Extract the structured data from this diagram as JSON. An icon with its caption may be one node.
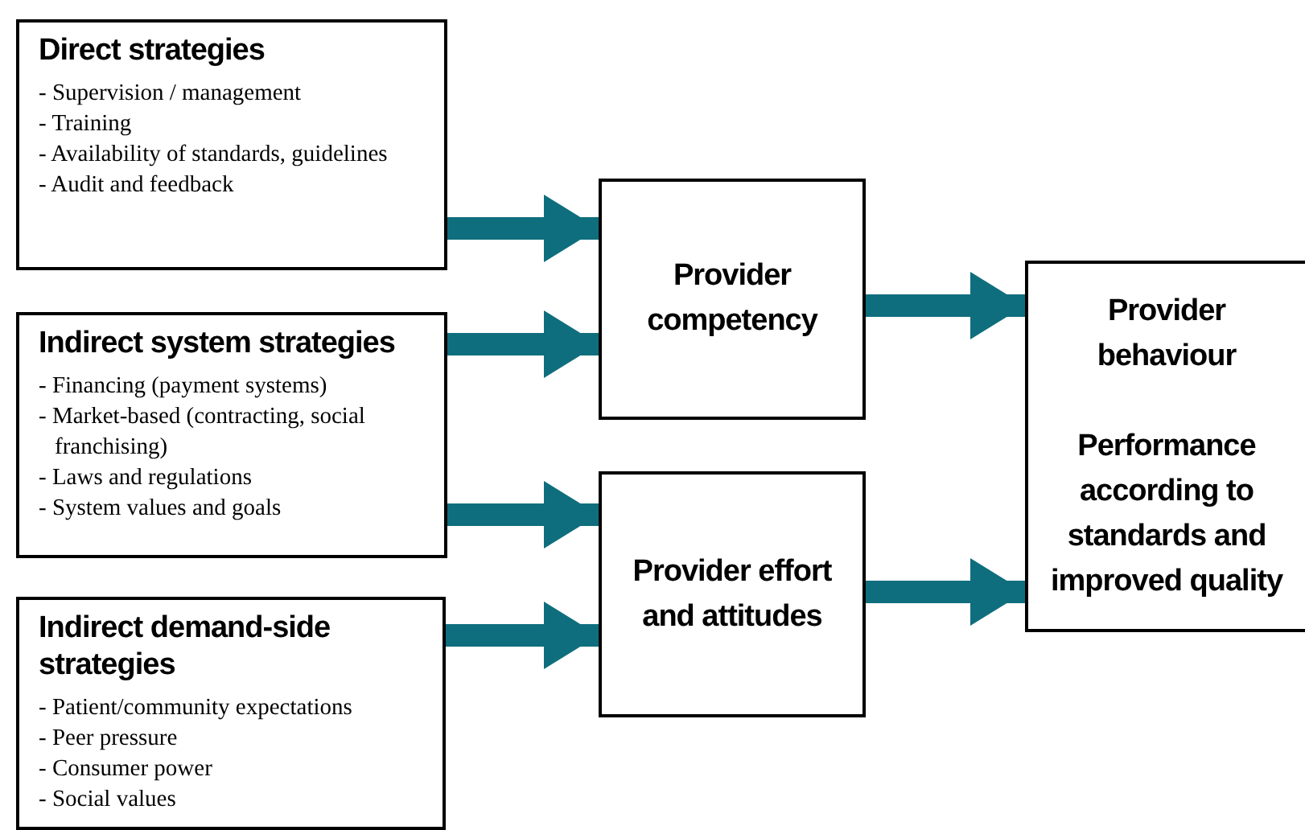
{
  "diagram": {
    "nodes": [
      {
        "text": [
          "Direct strategies",
          "- Supervision / management",
          "- Training",
          "- Availability of standards, guidelines",
          "- Audit and feedback"
        ]
      },
      {
        "text": [
          "Indirect system strategies",
          "- Financing (payment systems)",
          "- Market-based (contracting, social franchising)",
          "- Laws and regulations",
          "- System values and goals"
        ]
      },
      {
        "text": [
          "Indirect demand-side strategies",
          "- Patient/community expectations",
          "- Peer pressure",
          "- Consumer power",
          "- Social values"
        ]
      },
      {
        "text": [
          "Provider competency"
        ]
      },
      {
        "text": [
          "Provider effort and attitudes"
        ]
      },
      {
        "text": [
          "Provider behaviour",
          "Performance according to standards and improved quality"
        ]
      }
    ],
    "edges": [
      {
        "from": 0,
        "to": 3,
        "arrow": "to"
      },
      {
        "from": 1,
        "to": 3,
        "arrow": "to"
      },
      {
        "from": 1,
        "to": 4,
        "arrow": "to"
      },
      {
        "from": 2,
        "to": 4,
        "arrow": "to"
      },
      {
        "from": 3,
        "to": 5,
        "arrow": "to"
      },
      {
        "from": 4,
        "to": 5,
        "arrow": "to"
      }
    ]
  }
}
